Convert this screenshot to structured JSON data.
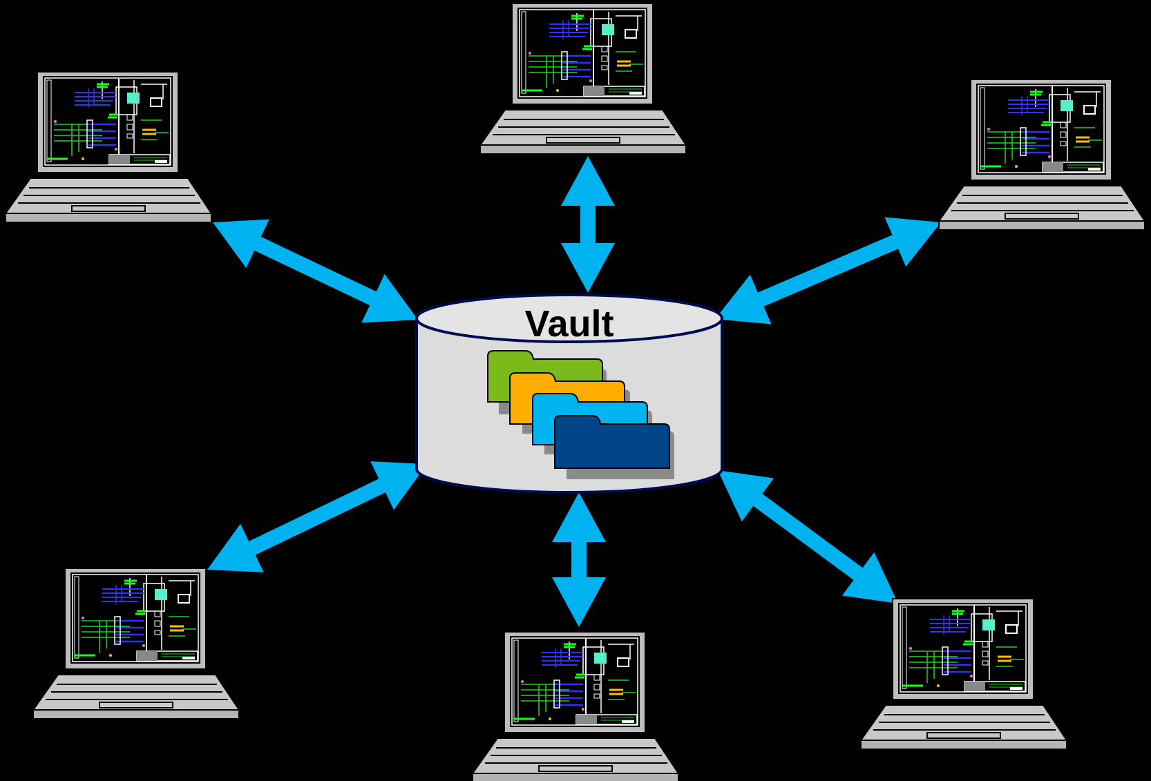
{
  "vault": {
    "label": "Vault",
    "folder_colors": [
      "#7aba1a",
      "#ffad00",
      "#00b4f0",
      "#004587"
    ]
  },
  "colors": {
    "background": "#000000",
    "arrow": "#00b2f0",
    "cylinder_fill": "#dcdcdc",
    "cylinder_stroke": "#000a50",
    "laptop_body": "#c8c8c8"
  },
  "workstations": [
    {
      "name": "laptop-top-left"
    },
    {
      "name": "laptop-top-center"
    },
    {
      "name": "laptop-top-right"
    },
    {
      "name": "laptop-bottom-left"
    },
    {
      "name": "laptop-bottom-center"
    },
    {
      "name": "laptop-bottom-right"
    }
  ]
}
